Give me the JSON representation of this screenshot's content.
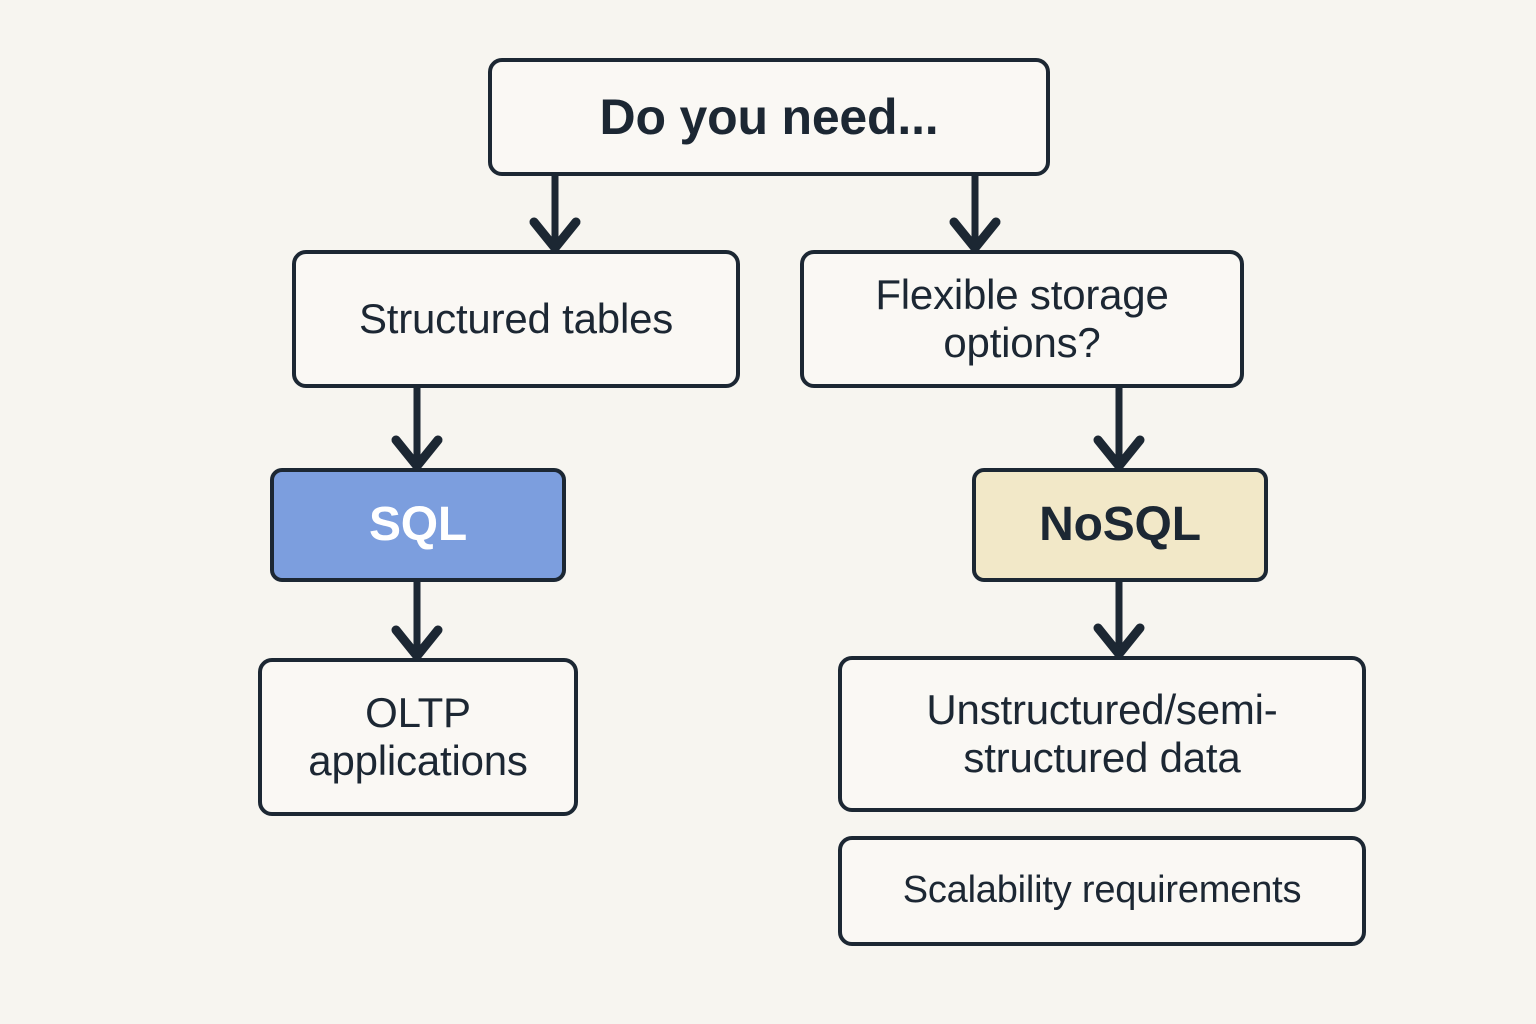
{
  "diagram": {
    "type": "flowchart",
    "title": "SQL vs NoSQL decision flowchart",
    "background_color": "#f7f5f0",
    "line_color": "#1c2733",
    "default_node_fill": "#faf8f4",
    "nodes": [
      {
        "id": "root",
        "label": "Do you need...",
        "fill": "#faf8f4",
        "text_color": "#1c2733",
        "emphasis": "bold"
      },
      {
        "id": "structured",
        "label": "Structured tables",
        "fill": "#faf8f4",
        "text_color": "#1c2733",
        "emphasis": "normal"
      },
      {
        "id": "flexible",
        "label": "Flexible storage\noptions?",
        "fill": "#faf8f4",
        "text_color": "#1c2733",
        "emphasis": "normal"
      },
      {
        "id": "sql",
        "label": "SQL",
        "fill": "#7c9ede",
        "text_color": "#ffffff",
        "emphasis": "bold"
      },
      {
        "id": "nosql",
        "label": "NoSQL",
        "fill": "#f2e8c8",
        "text_color": "#1c2733",
        "emphasis": "bold"
      },
      {
        "id": "oltp",
        "label": "OLTP\napplications",
        "fill": "#faf8f4",
        "text_color": "#1c2733",
        "emphasis": "normal"
      },
      {
        "id": "unstructured",
        "label": "Unstructured/semi-\nstructured data",
        "fill": "#faf8f4",
        "text_color": "#1c2733",
        "emphasis": "normal"
      },
      {
        "id": "scalability",
        "label": "Scalability requirements",
        "fill": "#faf8f4",
        "text_color": "#1c2733",
        "emphasis": "normal"
      }
    ],
    "edges": [
      {
        "id": "root-structured",
        "from": "root",
        "to": "structured",
        "arrowhead": "chevron"
      },
      {
        "id": "root-flexible",
        "from": "root",
        "to": "flexible",
        "arrowhead": "chevron"
      },
      {
        "id": "structured-sql",
        "from": "structured",
        "to": "sql",
        "arrowhead": "chevron"
      },
      {
        "id": "flexible-nosql",
        "from": "flexible",
        "to": "nosql",
        "arrowhead": "chevron"
      },
      {
        "id": "sql-oltp",
        "from": "sql",
        "to": "oltp",
        "arrowhead": "chevron"
      },
      {
        "id": "nosql-unstructured",
        "from": "nosql",
        "to": "unstructured",
        "arrowhead": "chevron"
      }
    ]
  }
}
